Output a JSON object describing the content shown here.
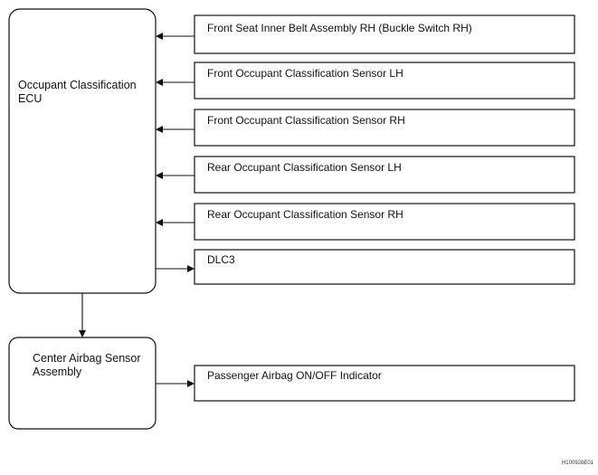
{
  "ecu": {
    "label": "Occupant Classification ECU"
  },
  "airbag_sensor": {
    "label": "Center Airbag Sensor Assembly"
  },
  "inputs": [
    {
      "label": "Front Seat Inner Belt Assembly RH (Buckle Switch RH)"
    },
    {
      "label": "Front Occupant Classification Sensor LH"
    },
    {
      "label": "Front Occupant Classification Sensor RH"
    },
    {
      "label": "Rear Occupant Classification Sensor LH"
    },
    {
      "label": "Rear Occupant Classification Sensor RH"
    },
    {
      "label": "DLC3"
    }
  ],
  "indicator": {
    "label": "Passenger Airbag ON/OFF Indicator"
  },
  "figure_code": "H100928E01"
}
